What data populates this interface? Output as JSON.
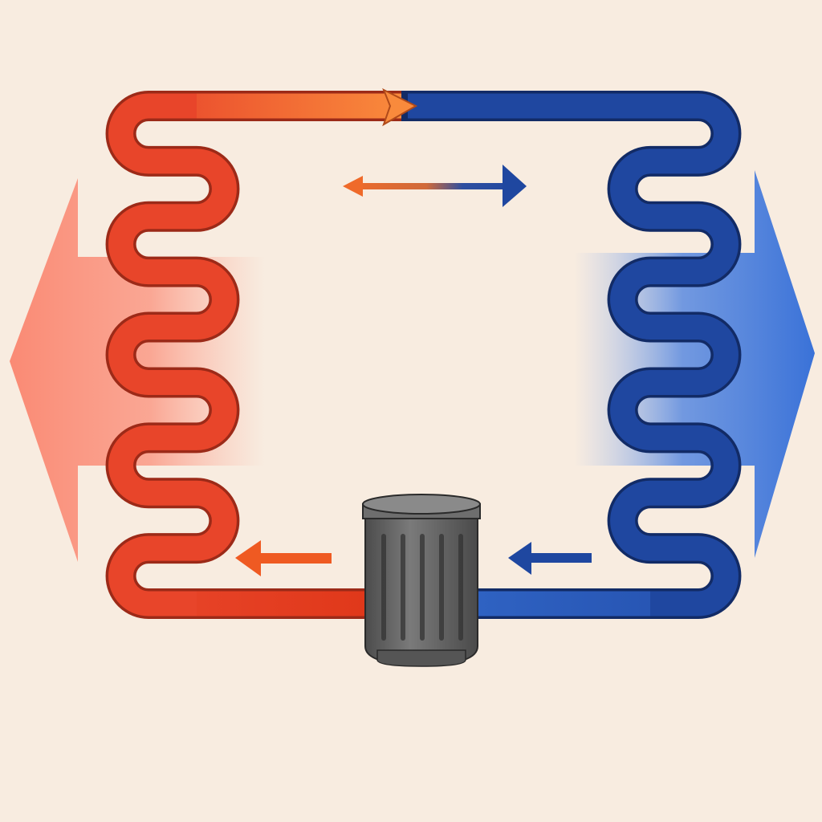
{
  "diagram": {
    "kind": "heat-pump refrigeration cycle",
    "colors": {
      "background": "#f8ece0",
      "hot": "#e8452a",
      "hot_light": "#f7804a",
      "cold": "#1f47a0",
      "cold_light": "#3d74d6",
      "outline_hot": "#9c2a18",
      "outline_cold": "#122b66",
      "compressor": "#6a6a6a",
      "heat_out_arrow": "#fa8a74",
      "cold_out_arrow": "#2f6ad6"
    },
    "icons": [
      "heat-release-arrow",
      "cool-release-arrow",
      "flow-arrow",
      "compressor"
    ]
  }
}
